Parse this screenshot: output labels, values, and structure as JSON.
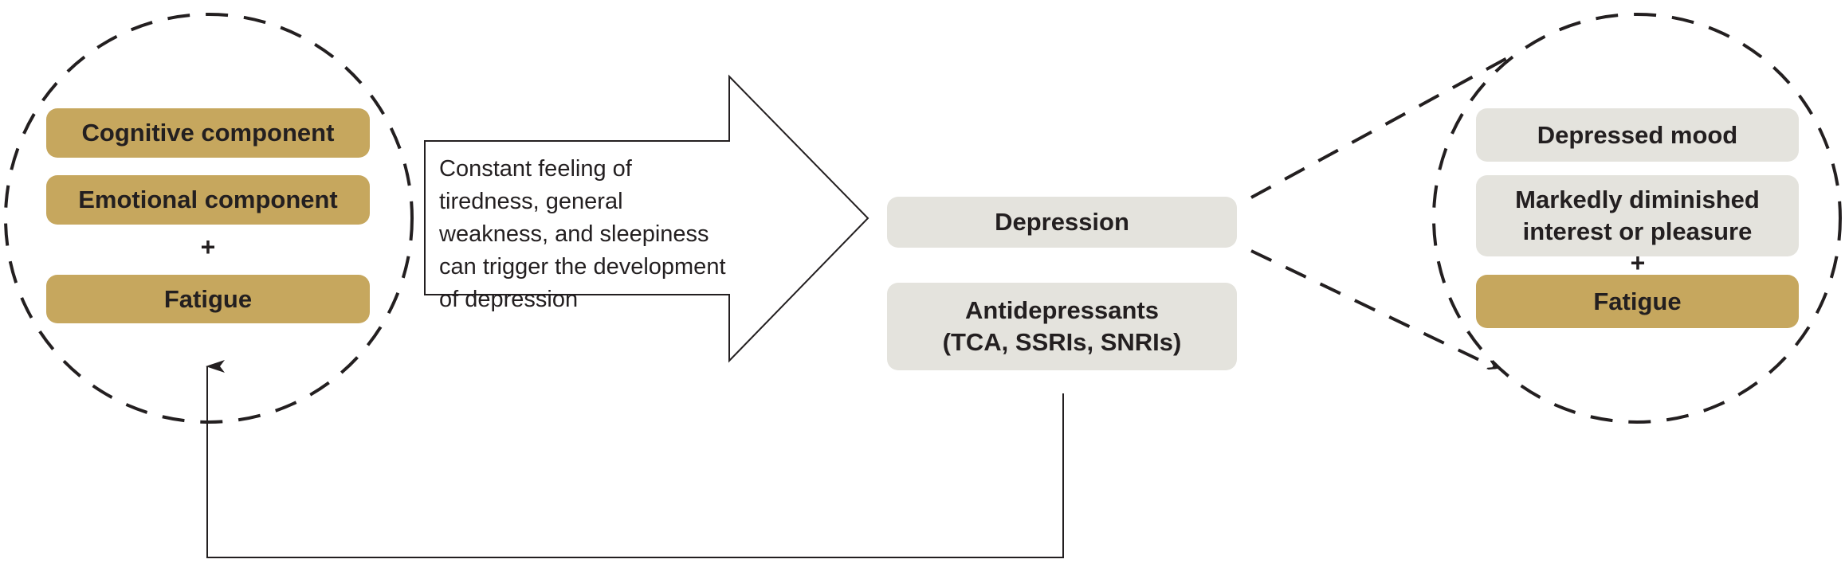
{
  "left_group": {
    "items": [
      "Cognitive component",
      "Emotional component"
    ],
    "plus": "+",
    "fatigue": "Fatigue"
  },
  "arrow": {
    "text": "Constant feeling of tiredness, general weakness, and sleepiness can trigger the development of depression"
  },
  "center": {
    "depression": "Depression",
    "treatment": "Antidepressants (TCA, SSRIs, SNRIs)"
  },
  "right_group": {
    "items": [
      "Depressed mood",
      "Markedly diminished interest or pleasure"
    ],
    "plus": "+",
    "fatigue": "Fatigue"
  },
  "colors": {
    "gold": "#c6a75e",
    "gray": "#e4e3dd",
    "line": "#231f20"
  }
}
